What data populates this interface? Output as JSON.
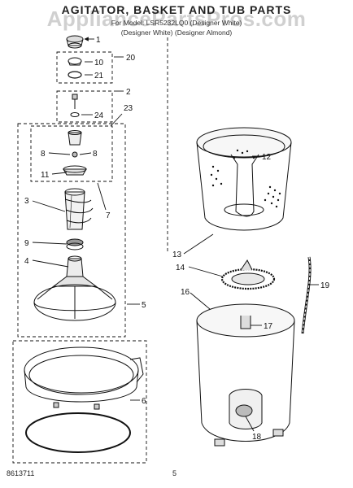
{
  "header": {
    "title": "AGITATOR, BASKET AND TUB PARTS",
    "watermark": "AppliancePartsPros.com",
    "model_line": "For Model: LSR5232LQ0 (Designer White)",
    "color_line": "(Designer White) (Designer Almond)"
  },
  "footer": {
    "doc_number": "8613711",
    "page_number": "5"
  },
  "callouts": [
    "1",
    "20",
    "10",
    "21",
    "2",
    "24",
    "23",
    "8",
    "8",
    "11",
    "7",
    "3",
    "9",
    "4",
    "5",
    "6",
    "12",
    "13",
    "14",
    "16",
    "17",
    "19",
    "18"
  ]
}
